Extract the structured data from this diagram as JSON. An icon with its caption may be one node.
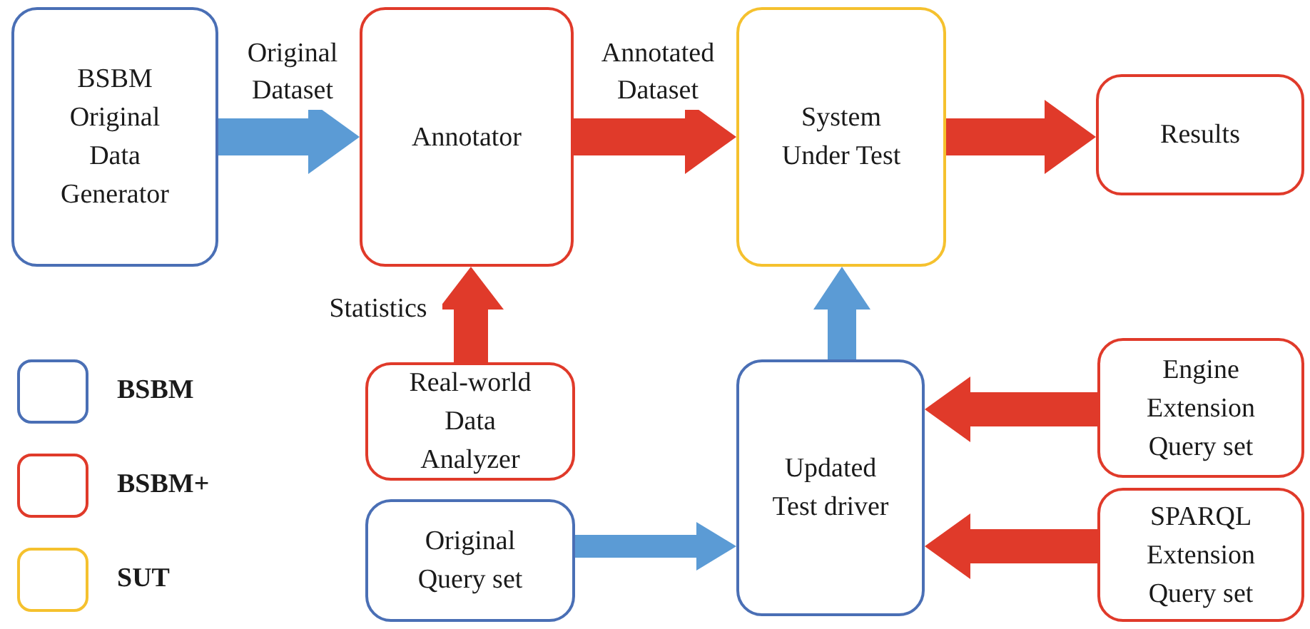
{
  "diagram": {
    "nodes": [
      {
        "text": [
          "BSBM Original Data Generator"
        ]
      },
      {
        "text": [
          "Annotator"
        ]
      },
      {
        "text": [
          "System Under Test"
        ]
      },
      {
        "text": [
          "Results"
        ]
      },
      {
        "text": [
          "Real-world Data Analyzer"
        ]
      },
      {
        "text": [
          "Updated Test driver"
        ]
      },
      {
        "text": [
          "Engine Extension Query set"
        ]
      },
      {
        "text": [
          "SPARQL Extension Query set"
        ]
      },
      {
        "text": [
          "Original Query set"
        ]
      }
    ],
    "edges": [
      {
        "from": 0,
        "to": 1,
        "arrow": "to",
        "label": "Original Dataset",
        "color": "#5b9bd5"
      },
      {
        "from": 1,
        "to": 2,
        "arrow": "to",
        "label": "Annotated Dataset"
      },
      {
        "from": 2,
        "to": 3,
        "arrow": "to"
      },
      {
        "from": 4,
        "to": 1,
        "arrow": "to",
        "label": "Statistics"
      },
      {
        "from": 5,
        "to": 2,
        "arrow": "to",
        "color": "#5b9bd5"
      },
      {
        "from": 6,
        "to": 5,
        "arrow": "to"
      },
      {
        "from": 7,
        "to": 5,
        "arrow": "to"
      },
      {
        "from": 8,
        "to": 5,
        "arrow": "to",
        "color": "#5b9bd5"
      }
    ],
    "legend": [
      {
        "text": "BSBM",
        "color": "#4a6fb5"
      },
      {
        "text": "BSBM+",
        "color": "#e03a2a"
      },
      {
        "text": "SUT",
        "color": "#f5c12e"
      }
    ]
  }
}
